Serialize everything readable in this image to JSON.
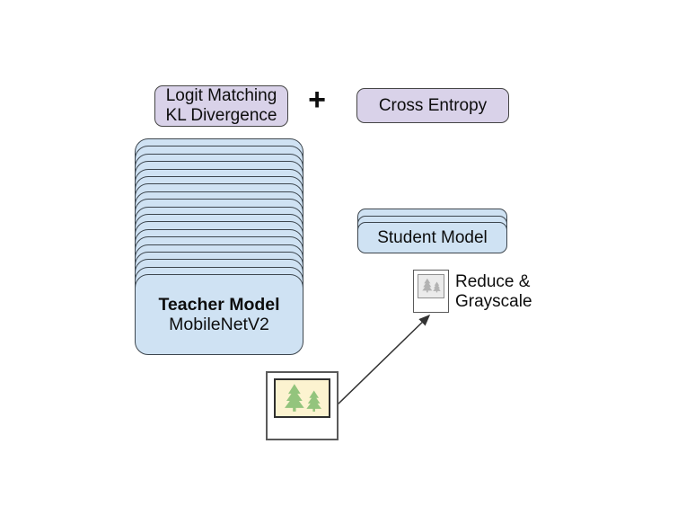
{
  "loss_row": {
    "logit_matching_line1": "Logit Matching",
    "logit_matching_line2": "KL Divergence",
    "plus": "+",
    "cross_entropy": "Cross Entropy"
  },
  "teacher": {
    "name": "Teacher Model",
    "architecture": "MobileNetV2",
    "stack_layers": 18
  },
  "student": {
    "name": "Student Model",
    "stack_layers": 2
  },
  "preprocess": {
    "label_line1": "Reduce &",
    "label_line2": "Grayscale"
  },
  "icons": {
    "input_photo": "trees-photo-icon",
    "grayscale_photo": "grayscale-trees-photo-icon"
  },
  "colors": {
    "card_blue": "#cfe2f3",
    "card_border": "#3d464e",
    "loss_purple": "#d9d2e9",
    "loss_border": "#454545",
    "photo_cream": "#fcf3d0",
    "tree_green": "#93c47d",
    "tree_gray": "#b2b2b2",
    "line_color": "#333333"
  }
}
